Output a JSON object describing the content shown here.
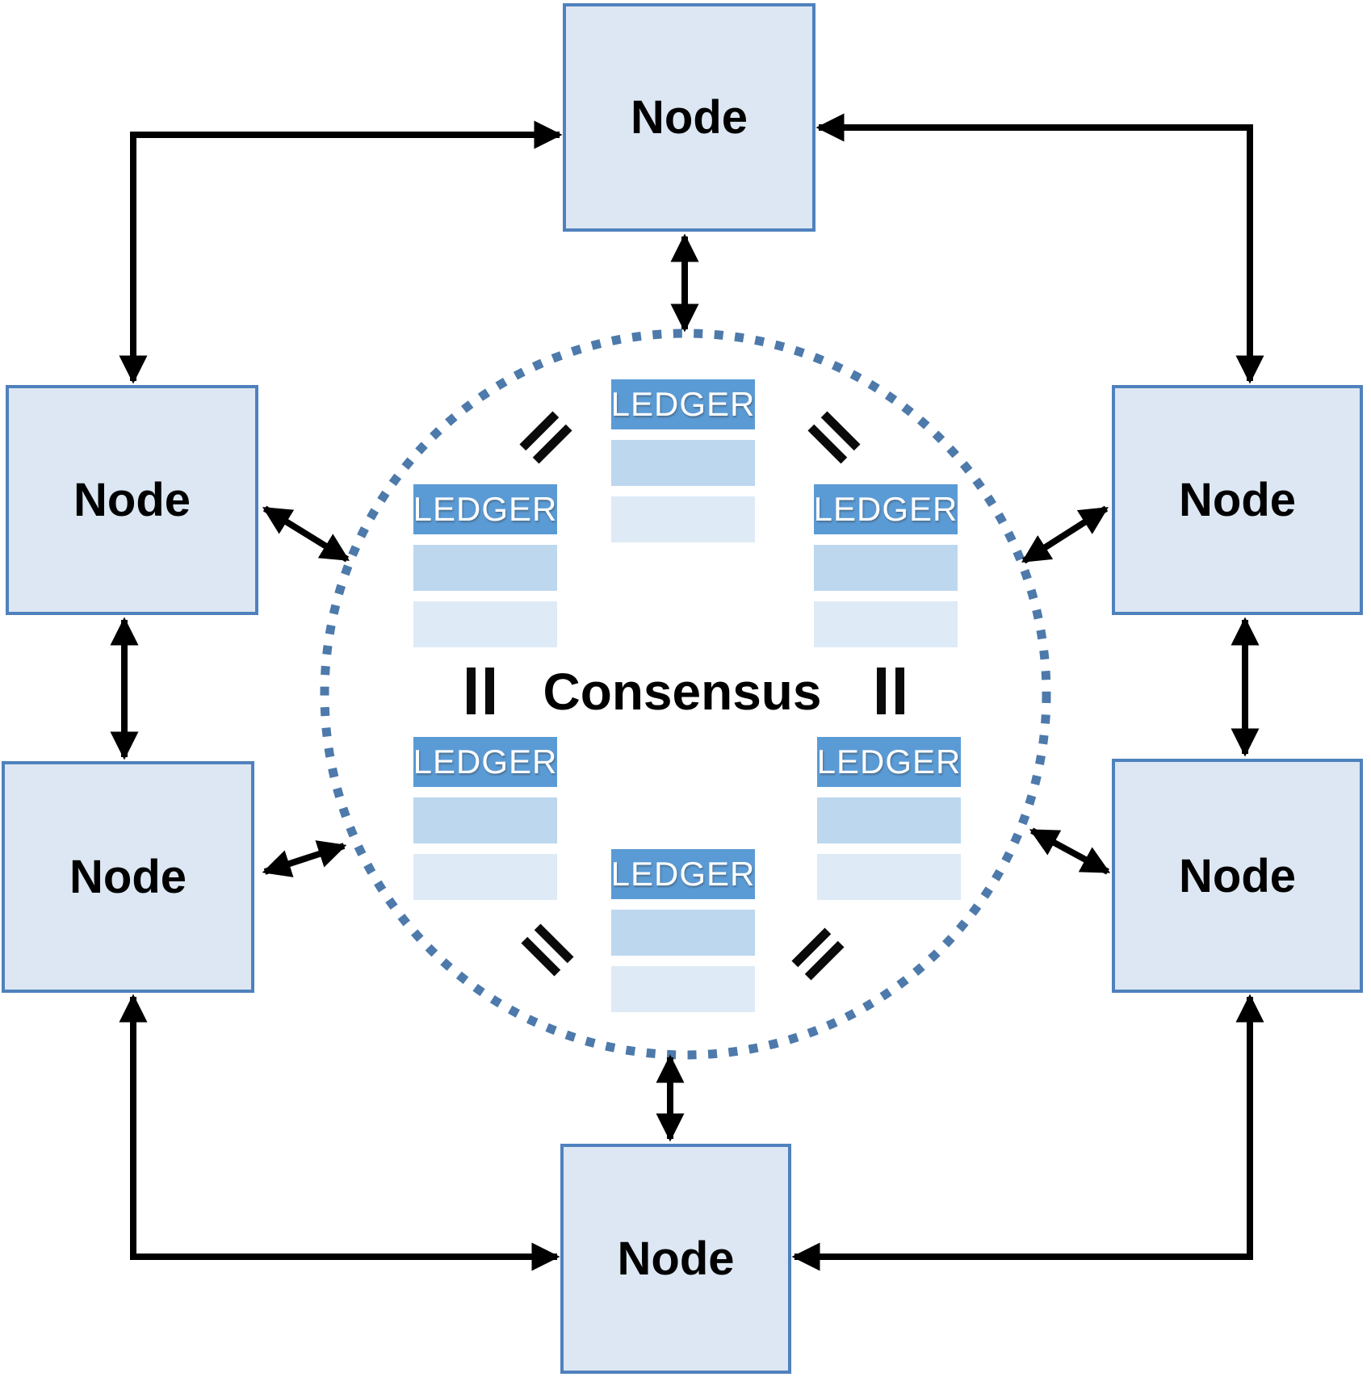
{
  "diagram": {
    "type": "peer-to-peer blockchain consensus network",
    "consensus": {
      "label": "Consensus"
    },
    "nodes": [
      {
        "id": "top",
        "label": "Node"
      },
      {
        "id": "upper-left",
        "label": "Node"
      },
      {
        "id": "upper-right",
        "label": "Node"
      },
      {
        "id": "lower-left",
        "label": "Node"
      },
      {
        "id": "lower-right",
        "label": "Node"
      },
      {
        "id": "bottom",
        "label": "Node"
      }
    ],
    "ledgers": [
      {
        "position": "top-center",
        "label": "LEDGER",
        "rows": 2
      },
      {
        "position": "upper-left",
        "label": "LEDGER",
        "rows": 2
      },
      {
        "position": "upper-right",
        "label": "LEDGER",
        "rows": 2
      },
      {
        "position": "lower-left",
        "label": "LEDGER",
        "rows": 2
      },
      {
        "position": "lower-right",
        "label": "LEDGER",
        "rows": 2
      },
      {
        "position": "bottom-center",
        "label": "LEDGER",
        "rows": 2
      }
    ],
    "icons": {
      "equality_symbol": "equals-icon",
      "equality_count": 6
    },
    "connections": [
      {
        "from": "node-top",
        "to": "consensus-circle",
        "style": "straight",
        "bidirectional": true
      },
      {
        "from": "node-bottom",
        "to": "consensus-circle",
        "style": "straight",
        "bidirectional": true
      },
      {
        "from": "node-upper-left",
        "to": "consensus-circle",
        "style": "straight",
        "bidirectional": true
      },
      {
        "from": "node-lower-left",
        "to": "consensus-circle",
        "style": "straight",
        "bidirectional": true
      },
      {
        "from": "node-upper-right",
        "to": "consensus-circle",
        "style": "straight",
        "bidirectional": true
      },
      {
        "from": "node-lower-right",
        "to": "consensus-circle",
        "style": "straight",
        "bidirectional": true
      },
      {
        "from": "node-upper-left",
        "to": "node-lower-left",
        "style": "straight",
        "bidirectional": true
      },
      {
        "from": "node-upper-right",
        "to": "node-lower-right",
        "style": "straight",
        "bidirectional": true
      },
      {
        "from": "node-top",
        "to": "node-upper-left",
        "style": "elbow",
        "bidirectional": true
      },
      {
        "from": "node-top",
        "to": "node-upper-right",
        "style": "elbow",
        "bidirectional": true
      },
      {
        "from": "node-bottom",
        "to": "node-lower-left",
        "style": "elbow",
        "bidirectional": true
      },
      {
        "from": "node-bottom",
        "to": "node-lower-right",
        "style": "elbow",
        "bidirectional": true
      }
    ]
  },
  "colors": {
    "node_fill": "#dce7f3",
    "node_border": "#4f81bd",
    "ledger_header": "#5b9bd5",
    "ledger_row1": "#bdd7ee",
    "ledger_row2": "#deeaf6",
    "circle_dot": "#4d7aab",
    "arrow": "#000000",
    "diagram_text": "#000000",
    "ledger_text": "#ffffff"
  }
}
